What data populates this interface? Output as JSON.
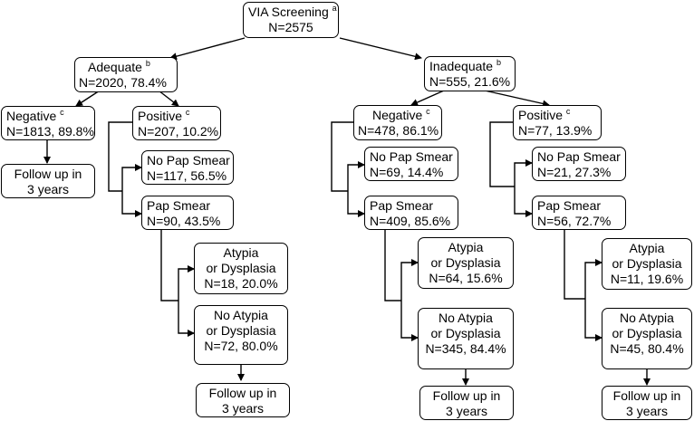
{
  "nodes": {
    "root": {
      "l1": "VIA Screening ",
      "sup": "a",
      "l2": "N=2575"
    },
    "adequate": {
      "l1": "Adequate ",
      "sup": "b",
      "l2": "N=2020, 78.4%"
    },
    "inadequate": {
      "l1": "Inadequate ",
      "sup": "b",
      "l2": "N=555, 21.6%"
    },
    "adq_neg": {
      "l1": "Negative ",
      "sup": "c",
      "l2": "N=1813, 89.8%"
    },
    "adq_neg_fu": {
      "l1": "Follow up in",
      "l2": "3 years"
    },
    "adq_pos": {
      "l1": "Positive ",
      "sup": "c",
      "l2": "N=207, 10.2%"
    },
    "adq_pos_nopap": {
      "l1": "No Pap Smear",
      "l2": "N=117, 56.5%"
    },
    "adq_pos_pap": {
      "l1": "Pap Smear",
      "l2": "N=90, 43.5%"
    },
    "adq_pos_atyp": {
      "l1": "Atypia",
      "l2": "or Dysplasia",
      "l3": "N=18, 20.0%"
    },
    "adq_pos_noatyp": {
      "l1": "No Atypia",
      "l2": "or Dysplasia",
      "l3": "N=72, 80.0%"
    },
    "adq_pos_fu": {
      "l1": "Follow up in",
      "l2": "3 years"
    },
    "inq_neg": {
      "l1": "Negative ",
      "sup": "c",
      "l2": "N=478, 86.1%"
    },
    "inq_neg_nopap": {
      "l1": "No Pap Smear",
      "l2": "N=69, 14.4%"
    },
    "inq_neg_pap": {
      "l1": "Pap Smear",
      "l2": "N=409, 85.6%"
    },
    "inq_neg_atyp": {
      "l1": "Atypia",
      "l2": "or Dysplasia",
      "l3": "N=64, 15.6%"
    },
    "inq_neg_noatyp": {
      "l1": "No Atypia",
      "l2": "or Dysplasia",
      "l3": "N=345, 84.4%"
    },
    "inq_neg_fu": {
      "l1": "Follow up in",
      "l2": "3 years"
    },
    "inq_pos": {
      "l1": "Positive ",
      "sup": "c",
      "l2": "N=77, 13.9%"
    },
    "inq_pos_nopap": {
      "l1": "No Pap Smear",
      "l2": "N=21, 27.3%"
    },
    "inq_pos_pap": {
      "l1": "Pap Smear",
      "l2": "N=56, 72.7%"
    },
    "inq_pos_atyp": {
      "l1": "Atypia",
      "l2": "or Dysplasia",
      "l3": "N=11, 19.6%"
    },
    "inq_pos_noatyp": {
      "l1": "No Atypia",
      "l2": "or Dysplasia",
      "l3": "N=45, 80.4%"
    },
    "inq_pos_fu": {
      "l1": "Follow up in",
      "l2": "3 years"
    }
  }
}
